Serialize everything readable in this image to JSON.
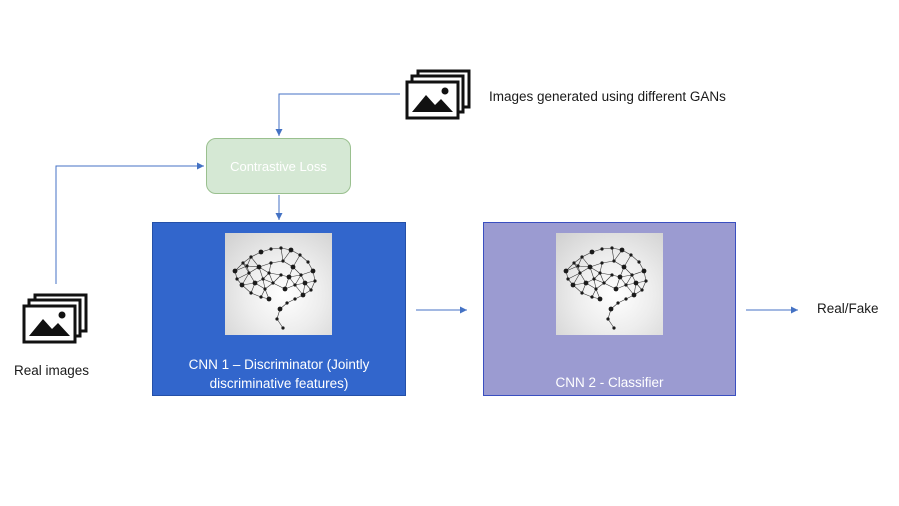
{
  "diagram": {
    "inputs": {
      "generated_images": "Images generated using different GANs",
      "real_images": "Real images"
    },
    "loss": {
      "label": "Contrastive Loss"
    },
    "cnn1": {
      "label_line1": "CNN 1 – Discriminator (Jointly",
      "label_line2": "discriminative features)"
    },
    "cnn2": {
      "label": "CNN 2 - Classifier"
    },
    "output": {
      "label": "Real/Fake"
    }
  },
  "colors": {
    "loss_fill": "#d5e8d4",
    "cnn1_fill": "#3266cc",
    "cnn2_fill": "#9b9bd1",
    "connector": "#4472c4"
  },
  "icons": [
    "images-icon",
    "brain-network-icon",
    "arrow-icon"
  ]
}
